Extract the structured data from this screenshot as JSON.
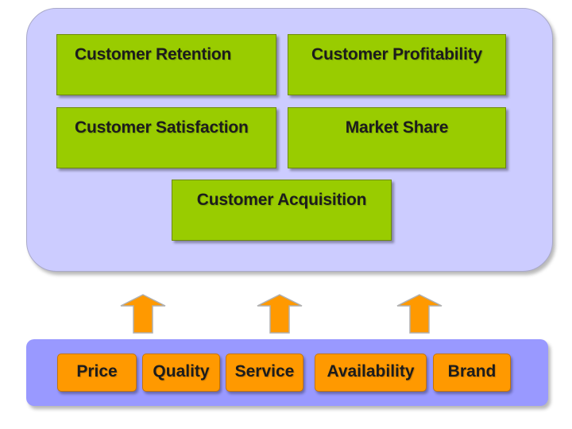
{
  "outcomes": {
    "retention": "Customer Retention",
    "profitability": "Customer Profitability",
    "satisfaction": "Customer Satisfaction",
    "market_share": "Market Share",
    "acquisition": "Customer Acquisition"
  },
  "drivers": {
    "price": "Price",
    "quality": "Quality",
    "service": "Service",
    "availability": "Availability",
    "brand": "Brand"
  },
  "colors": {
    "panel": "#ccccff",
    "outcome_box": "#99cc00",
    "driver_band": "#9999ff",
    "driver_box": "#ff9900",
    "arrow": "#ff9900"
  }
}
